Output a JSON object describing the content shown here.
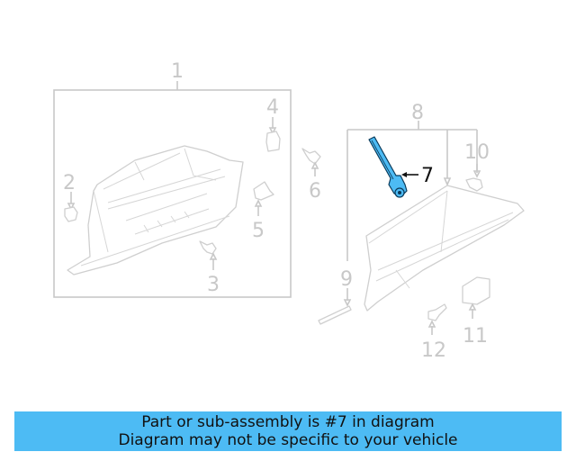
{
  "diagram": {
    "title": "Glove box assembly parts diagram",
    "highlight_color": "#4dbbf4",
    "line_color": "#c8c8c8",
    "callouts": [
      {
        "id": "1",
        "label": "1"
      },
      {
        "id": "2",
        "label": "2"
      },
      {
        "id": "3",
        "label": "3"
      },
      {
        "id": "4",
        "label": "4"
      },
      {
        "id": "5",
        "label": "5"
      },
      {
        "id": "6",
        "label": "6"
      },
      {
        "id": "7",
        "label": "7",
        "highlighted": true
      },
      {
        "id": "8",
        "label": "8"
      },
      {
        "id": "9",
        "label": "9"
      },
      {
        "id": "10",
        "label": "10"
      },
      {
        "id": "11",
        "label": "11"
      },
      {
        "id": "12",
        "label": "12"
      }
    ]
  },
  "banner": {
    "line1": "Part or sub-assembly is #7 in diagram",
    "line2": "Diagram may not be specific to your vehicle",
    "background": "#4dbbf4"
  }
}
